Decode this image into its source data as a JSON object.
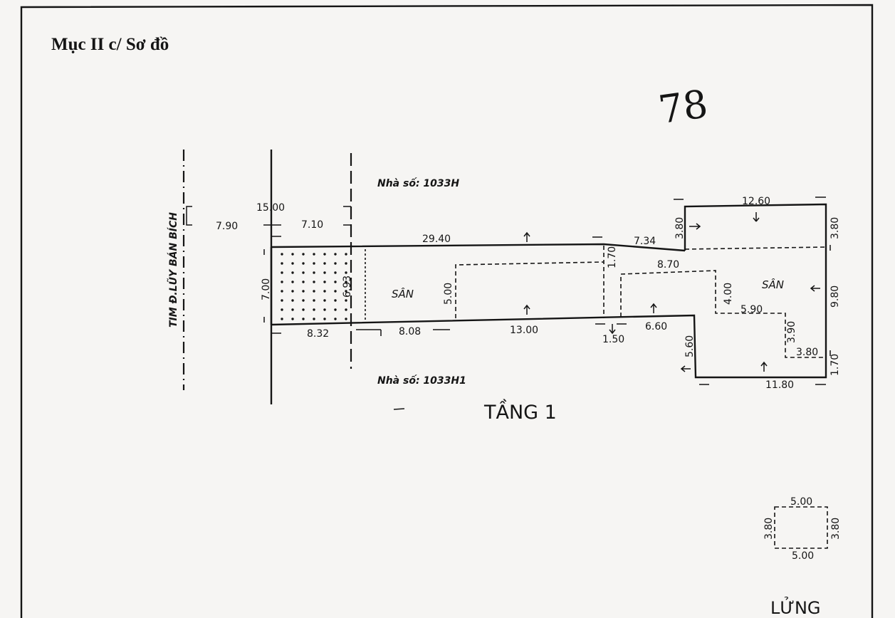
{
  "document": {
    "section_title": "Mục II c/ Sơ đồ",
    "handwritten_mark": "78"
  },
  "plan": {
    "road_label": "TIM Đ.LŨY BÁN BÍCH",
    "neighbor_top": "Nhà số: 1033H",
    "neighbor_bottom": "Nhà số: 1033H1",
    "floor_label": "TẦNG 1",
    "yard_label_1": "SÂN",
    "yard_label_2": "SÂN",
    "dimensions": {
      "d15_00": "15.00",
      "d7_90": "7.90",
      "d7_10": "7.10",
      "d7_00": "7.00",
      "d6_93": "6.93",
      "d8_32": "8.32",
      "d8_08": "8.08",
      "d29_40": "29.40",
      "d13_00": "13.00",
      "d5_00": "5.00",
      "d1_70a": "1.70",
      "d7_34": "7.34",
      "d1_50": "1.50",
      "d6_60": "6.60",
      "d8_70": "8.70",
      "d12_60": "12.60",
      "d3_80a": "3.80",
      "d3_80b": "3.80",
      "d4_00": "4.00",
      "d5_90": "5.90",
      "d3_90": "3.90",
      "d3_80c": "3.80",
      "d9_80": "9.80",
      "d1_70b": "1.70",
      "d5_60": "5.60",
      "d11_80": "11.80"
    }
  },
  "mezzanine": {
    "label": "LỬNG",
    "top": "5.00",
    "bottom": "5.00",
    "left": "3.80",
    "right": "3.80"
  }
}
